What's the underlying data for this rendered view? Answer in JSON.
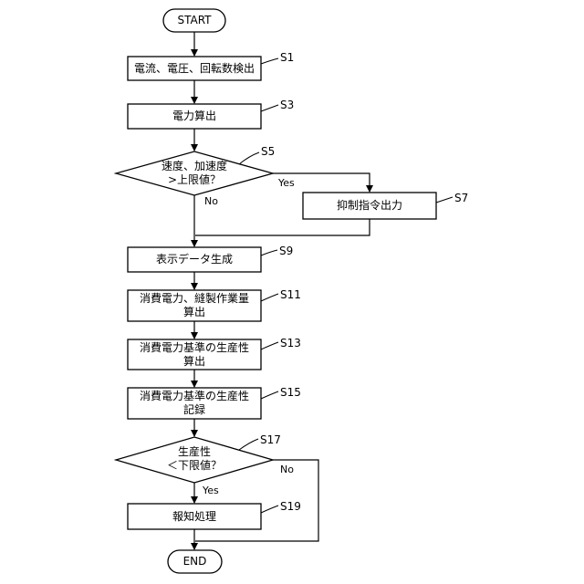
{
  "flowchart": {
    "start": "START",
    "end": "END",
    "s1": {
      "step": "S1",
      "text": "電流、電圧、回転数検出"
    },
    "s3": {
      "step": "S3",
      "text": "電力算出"
    },
    "s5": {
      "step": "S5",
      "line1": "速度、加速度",
      "line2": ">上限値？"
    },
    "s5_yes": "Yes",
    "s5_no": "No",
    "s7": {
      "step": "S7",
      "text": "抑制指令出力"
    },
    "s9": {
      "step": "S9",
      "text": "表示データ生成"
    },
    "s11": {
      "step": "S11",
      "line1": "消費電力、縫製作業量",
      "line2": "算出"
    },
    "s13": {
      "step": "S13",
      "line1": "消費電力基準の生産性",
      "line2": "算出"
    },
    "s15": {
      "step": "S15",
      "line1": "消費電力基準の生産性",
      "line2": "記録"
    },
    "s17": {
      "step": "S17",
      "line1": "生産性",
      "line2": "＜下限値？"
    },
    "s17_yes": "Yes",
    "s17_no": "No",
    "s19": {
      "step": "S19",
      "text": "報知処理"
    }
  }
}
